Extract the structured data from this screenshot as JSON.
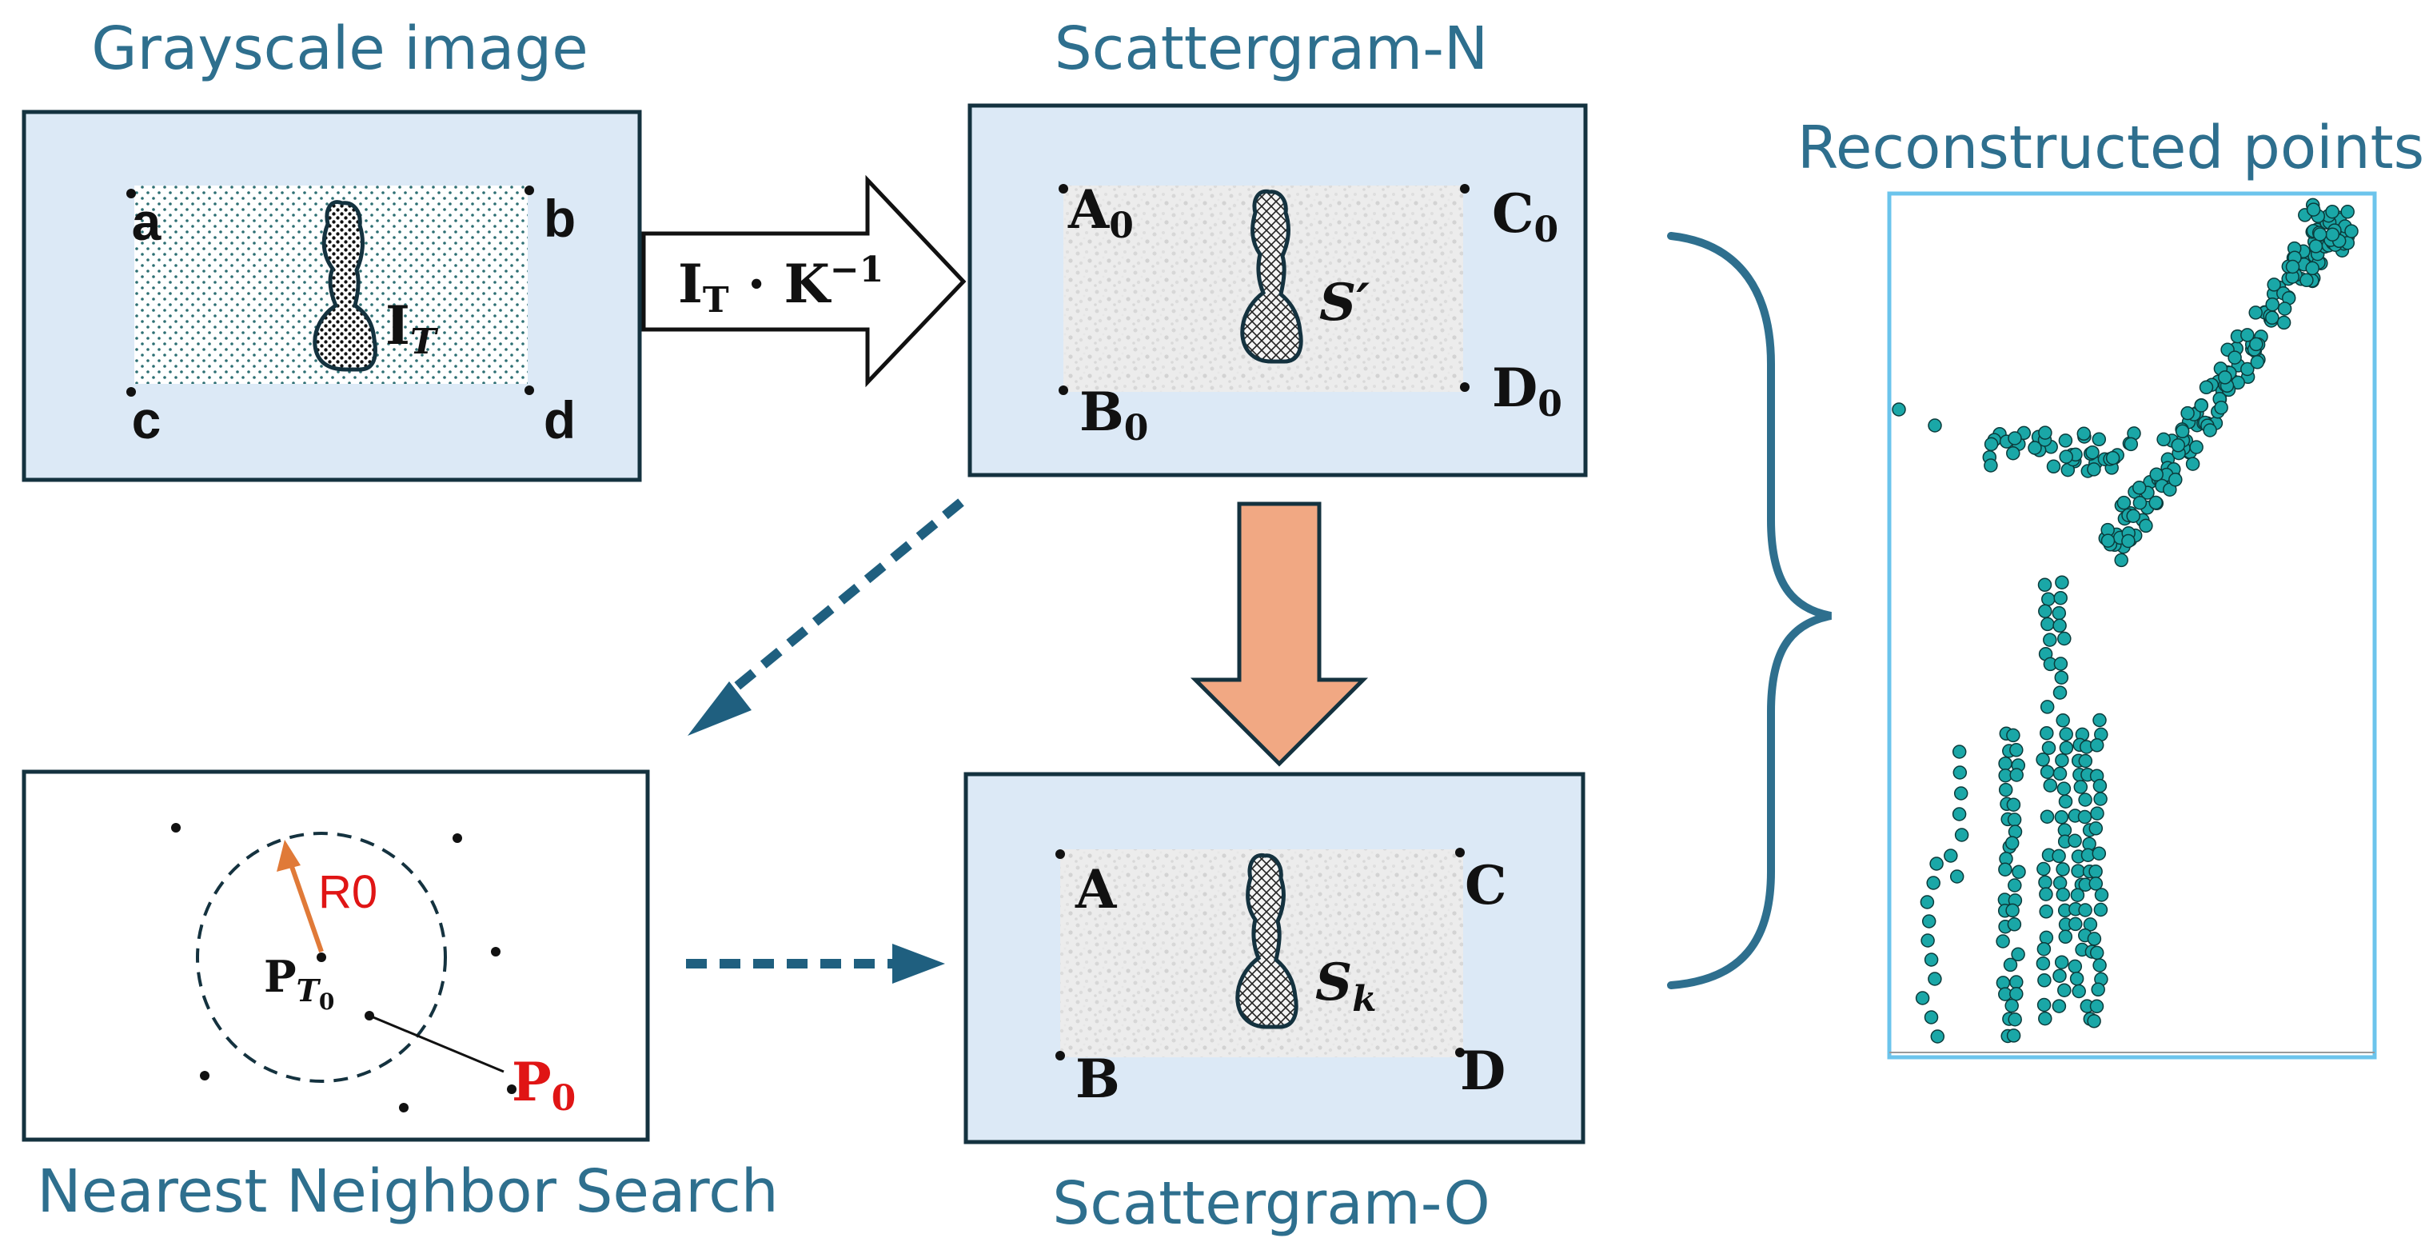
{
  "titles": {
    "grayscale": "Grayscale image",
    "scatter_n": "Scattergram-N",
    "reconstructed": "Reconstructed points",
    "nearest": "Nearest Neighbor Search",
    "scatter_o": "Scattergram-O"
  },
  "grayscale_panel": {
    "corners": [
      "a",
      "b",
      "c",
      "d"
    ],
    "shape_label": "I",
    "shape_label_sub": "T"
  },
  "transform_arrow": {
    "base": "I",
    "base_sub": "T",
    "op": " · K",
    "exp": "−1"
  },
  "scatter_n_panel": {
    "corners": [
      {
        "base": "A",
        "sub": "0"
      },
      {
        "base": "C",
        "sub": "0"
      },
      {
        "base": "B",
        "sub": "0"
      },
      {
        "base": "D",
        "sub": "0"
      }
    ],
    "shape_label": "S′"
  },
  "scatter_o_panel": {
    "corners": [
      "A",
      "C",
      "B",
      "D"
    ],
    "shape_label": "S",
    "shape_label_sub": "k"
  },
  "nearest_panel": {
    "radius_label": "R0",
    "center_label": "P",
    "center_sub": "T",
    "center_subsub": "0",
    "query_label": "P",
    "query_sub": "0"
  },
  "colors": {
    "title": "#2e6f8e",
    "panel_fill": "#dce9f6",
    "panel_stroke": "#14323f",
    "dashed_arrow": "#1f5f7f",
    "down_arrow": "#f1a883",
    "radius_arrow": "#e07a38",
    "highlight": "#e01515",
    "point_fill": "#1aa7a7",
    "plot_border": "#6cc4ec"
  }
}
